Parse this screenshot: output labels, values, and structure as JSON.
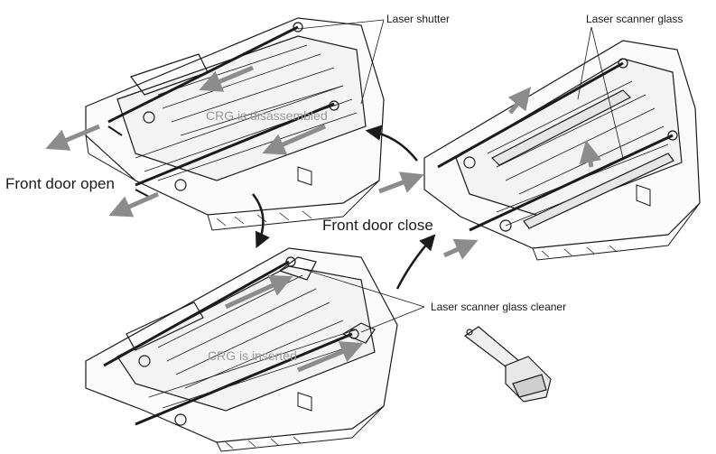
{
  "labels": {
    "laser_shutter": "Laser shutter",
    "laser_scanner_glass": "Laser scanner glass",
    "crg_disassembled": "CRG is disassembled",
    "front_door_open": "Front door open",
    "front_door_close": "Front door close",
    "laser_scanner_glass_cleaner": "Laser scanner glass cleaner",
    "crg_inserted": "CRG is inserted"
  },
  "colors": {
    "line": "#1a1a1a",
    "gray_arrow": "#8c8c8c",
    "gray_text": "#9a9a9a",
    "background": "#ffffff"
  }
}
